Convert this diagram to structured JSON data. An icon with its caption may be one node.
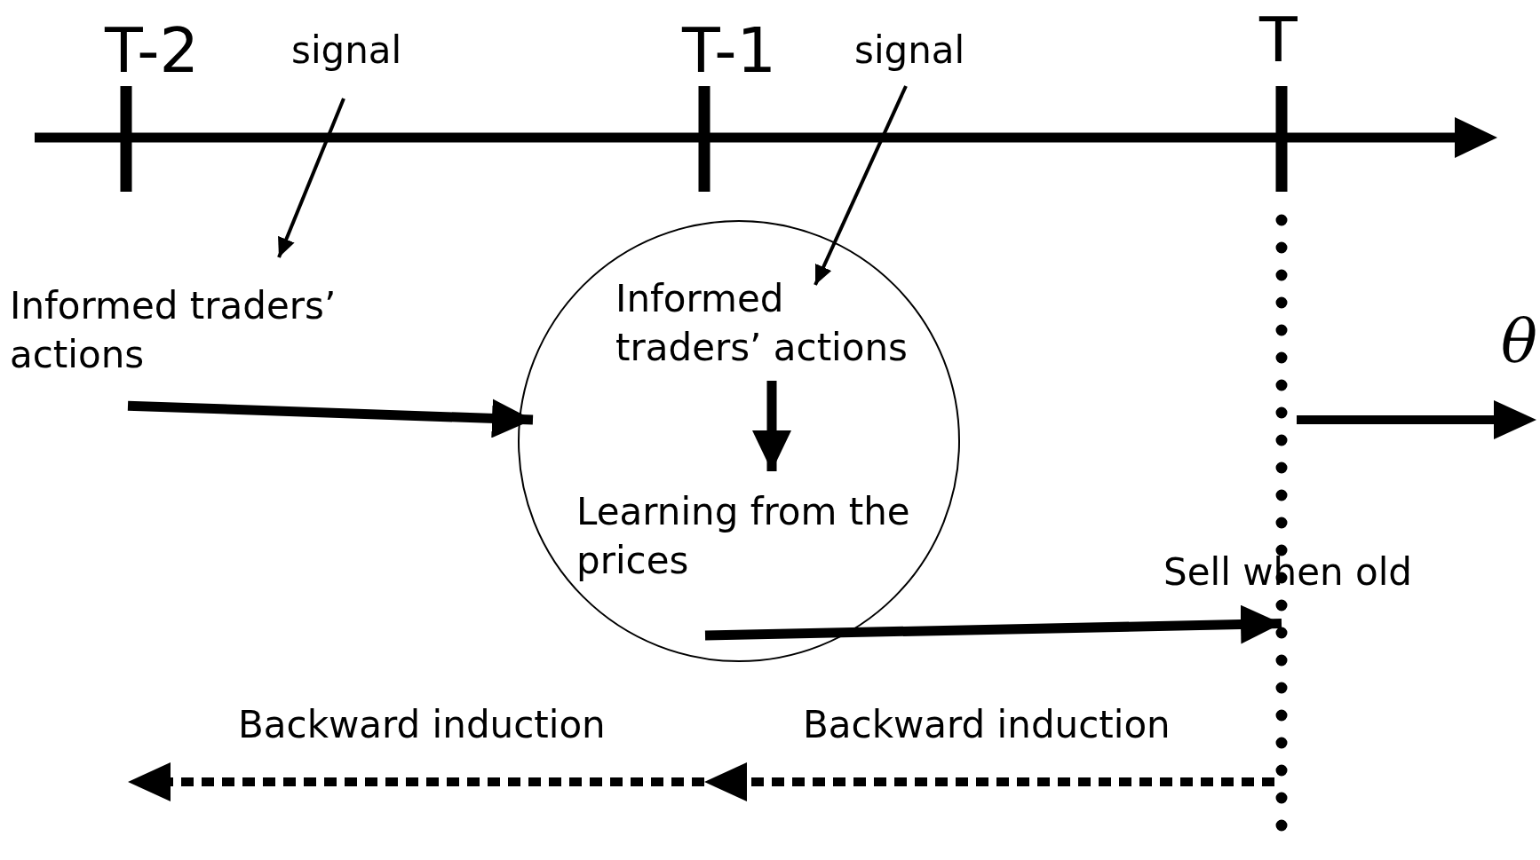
{
  "diagram": {
    "nodes": [
      {
        "text": [
          "signal"
        ]
      },
      {
        "text": [
          "signal"
        ]
      },
      {
        "text": [
          "Informed traders’ actions"
        ]
      },
      {
        "text": [],
        "shape": "circle"
      },
      {
        "text": [
          "Informed traders’ actions"
        ],
        "in": 3
      },
      {
        "text": [
          "Learning from the prices"
        ],
        "in": 3
      },
      {
        "text": [
          "Sell when old"
        ]
      }
    ],
    "edges": [
      {
        "from": 0,
        "to": 2,
        "arrow": "to"
      },
      {
        "from": 1,
        "to": 4,
        "arrow": "to"
      },
      {
        "from": 2,
        "to": 3,
        "arrow": "to"
      },
      {
        "from": 4,
        "to": 5,
        "arrow": "to"
      },
      {
        "from": 3,
        "to": 6,
        "arrow": "to"
      }
    ],
    "labels": [
      "T-2",
      "T-1",
      "T",
      "θ",
      "Backward induction",
      "Backward induction"
    ]
  }
}
